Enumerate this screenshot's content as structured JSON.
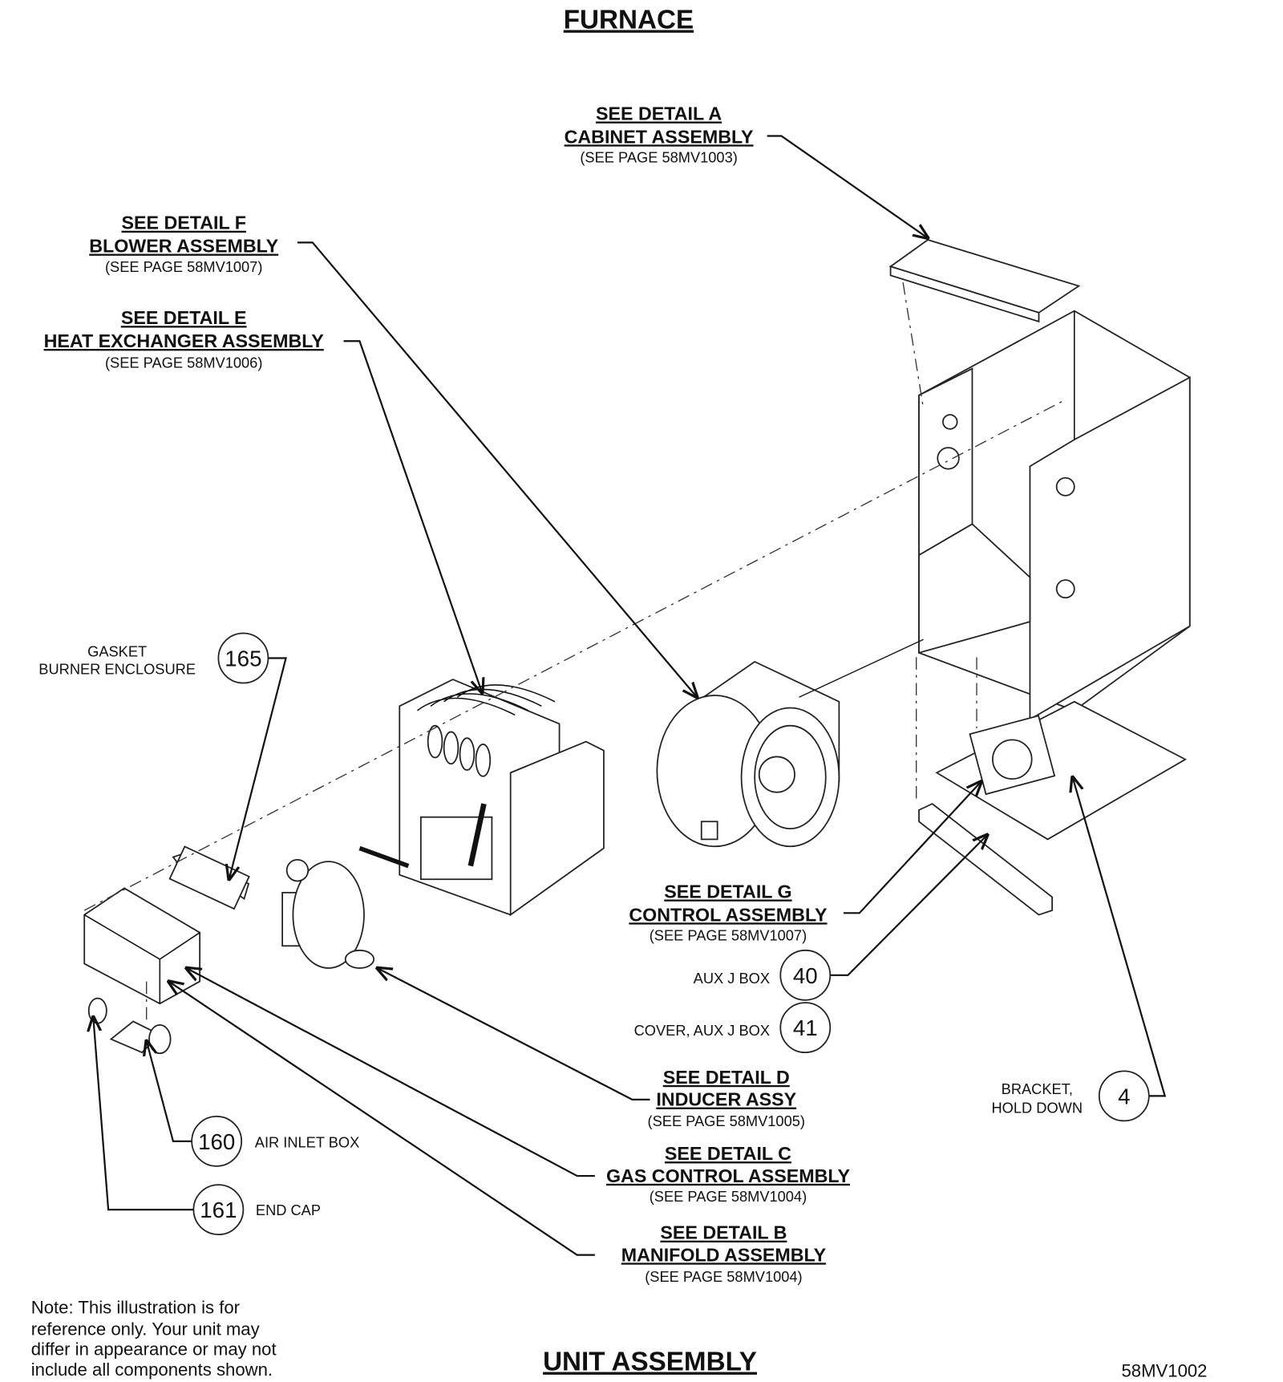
{
  "title": "FURNACE",
  "footer_title": "UNIT ASSEMBLY",
  "page_code": "58MV1002",
  "note": [
    "Note: This illustration is for",
    "reference only. Your unit may",
    "differ in appearance or may not",
    "include all components shown."
  ],
  "details": {
    "a": {
      "see": "SEE DETAIL A",
      "name": "CABINET ASSEMBLY",
      "page": "(SEE PAGE 58MV1003)"
    },
    "f": {
      "see": "SEE DETAIL F",
      "name": "BLOWER ASSEMBLY",
      "page": "(SEE PAGE 58MV1007)"
    },
    "e": {
      "see": "SEE DETAIL E",
      "name": "HEAT EXCHANGER ASSEMBLY",
      "page": "(SEE PAGE 58MV1006)"
    },
    "g": {
      "see": "SEE DETAIL G",
      "name": "CONTROL ASSEMBLY",
      "page": "(SEE PAGE 58MV1007)"
    },
    "d": {
      "see": "SEE DETAIL D",
      "name": "INDUCER ASSY",
      "page": "(SEE PAGE 58MV1005)"
    },
    "c": {
      "see": "SEE DETAIL C",
      "name": "GAS CONTROL ASSEMBLY",
      "page": "(SEE PAGE 58MV1004)"
    },
    "b": {
      "see": "SEE DETAIL B",
      "name": "MANIFOLD ASSEMBLY",
      "page": "(SEE PAGE 58MV1004)"
    }
  },
  "parts": {
    "p165": {
      "num": "165",
      "label1": "GASKET",
      "label2": "BURNER ENCLOSURE"
    },
    "p40": {
      "num": "40",
      "label": "AUX J BOX"
    },
    "p41": {
      "num": "41",
      "label": "COVER, AUX J BOX"
    },
    "p4": {
      "num": "4",
      "label1": "BRACKET,",
      "label2": "HOLD DOWN"
    },
    "p160": {
      "num": "160",
      "label": "AIR INLET BOX"
    },
    "p161": {
      "num": "161",
      "label": "END CAP"
    }
  }
}
